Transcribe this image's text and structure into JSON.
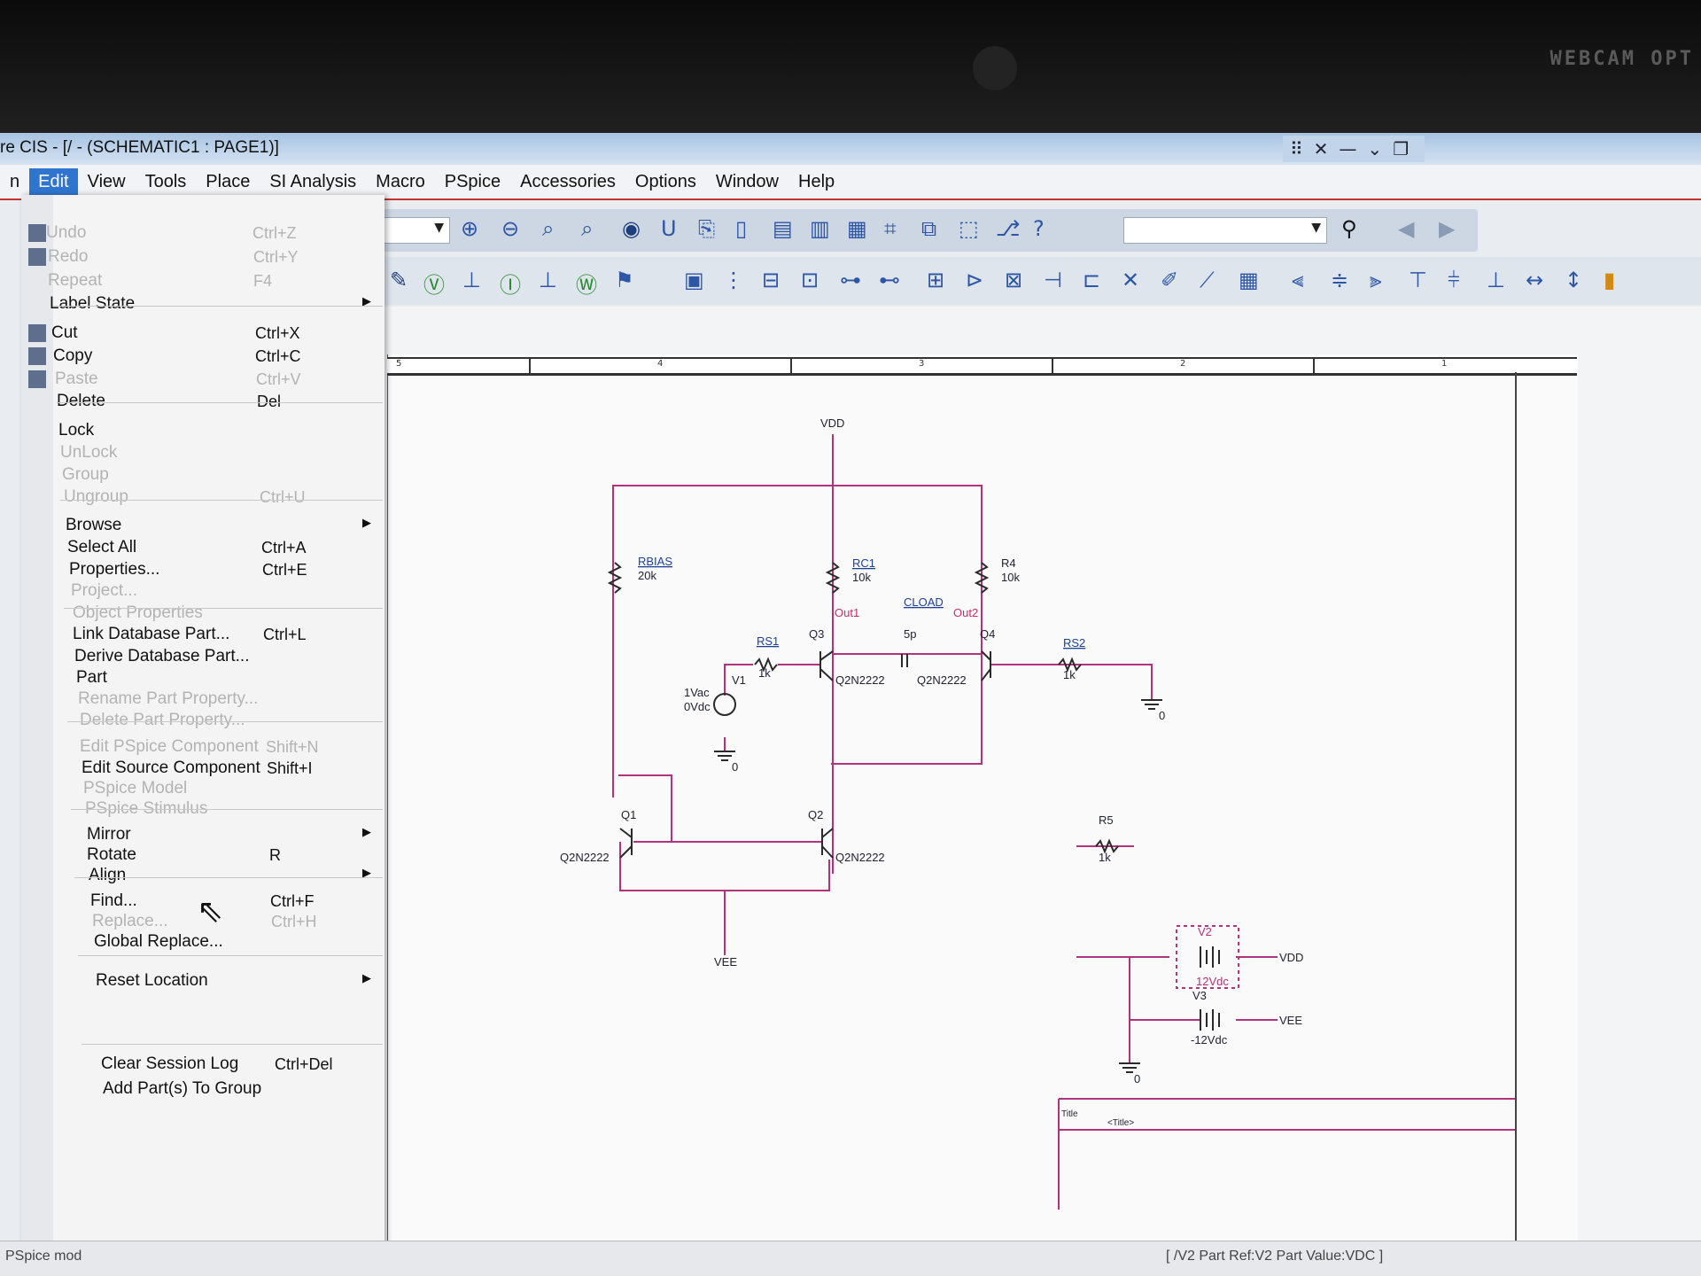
{
  "webcam_text": "WEBCAM OPT",
  "window": {
    "title": "re CIS - [/ - (SCHEMATIC1 : PAGE1)]"
  },
  "menubar": [
    "Edit",
    "View",
    "Tools",
    "Place",
    "SI Analysis",
    "Macro",
    "PSpice",
    "Accessories",
    "Options",
    "Window",
    "Help"
  ],
  "edit_menu": [
    {
      "label": "Undo",
      "shortcut": "Ctrl+Z",
      "enabled": false
    },
    {
      "label": "Redo",
      "shortcut": "Ctrl+Y",
      "enabled": false
    },
    {
      "label": "Repeat",
      "shortcut": "F4",
      "enabled": false
    },
    {
      "label": "Label State",
      "shortcut": "",
      "enabled": true,
      "submenu": true
    },
    {
      "label": "Cut",
      "shortcut": "Ctrl+X",
      "enabled": true
    },
    {
      "label": "Copy",
      "shortcut": "Ctrl+C",
      "enabled": true
    },
    {
      "label": "Paste",
      "shortcut": "Ctrl+V",
      "enabled": false
    },
    {
      "label": "Delete",
      "shortcut": "Del",
      "enabled": true
    },
    {
      "label": "Lock",
      "shortcut": "",
      "enabled": true
    },
    {
      "label": "UnLock",
      "shortcut": "",
      "enabled": false
    },
    {
      "label": "Group",
      "shortcut": "",
      "enabled": false
    },
    {
      "label": "Ungroup",
      "shortcut": "Ctrl+U",
      "enabled": false
    },
    {
      "label": "Browse",
      "shortcut": "",
      "enabled": true,
      "submenu": true
    },
    {
      "label": "Select All",
      "shortcut": "Ctrl+A",
      "enabled": true
    },
    {
      "label": "Properties...",
      "shortcut": "Ctrl+E",
      "enabled": true
    },
    {
      "label": "Project...",
      "shortcut": "",
      "enabled": false
    },
    {
      "label": "Object Properties",
      "shortcut": "",
      "enabled": false
    },
    {
      "label": "Link Database Part...",
      "shortcut": "Ctrl+L",
      "enabled": true
    },
    {
      "label": "Derive Database Part...",
      "shortcut": "",
      "enabled": true
    },
    {
      "label": "Part",
      "shortcut": "",
      "enabled": true
    },
    {
      "label": "Rename Part Property...",
      "shortcut": "",
      "enabled": false
    },
    {
      "label": "Delete Part Property...",
      "shortcut": "",
      "enabled": false
    },
    {
      "label": "Edit PSpice Component",
      "shortcut": "Shift+N",
      "enabled": false
    },
    {
      "label": "Edit Source Component",
      "shortcut": "Shift+I",
      "enabled": true
    },
    {
      "label": "PSpice Model",
      "shortcut": "",
      "enabled": false
    },
    {
      "label": "PSpice Stimulus",
      "shortcut": "",
      "enabled": false
    },
    {
      "label": "Mirror",
      "shortcut": "",
      "enabled": true,
      "submenu": true
    },
    {
      "label": "Rotate",
      "shortcut": "R",
      "enabled": true
    },
    {
      "label": "Align",
      "shortcut": "",
      "enabled": true,
      "submenu": true
    },
    {
      "label": "Find...",
      "shortcut": "Ctrl+F",
      "enabled": true
    },
    {
      "label": "Replace...",
      "shortcut": "Ctrl+H",
      "enabled": false
    },
    {
      "label": "Global Replace...",
      "shortcut": "",
      "enabled": true
    },
    {
      "label": "Reset Location",
      "shortcut": "",
      "enabled": true,
      "submenu": true
    },
    {
      "label": "Clear Session Log",
      "shortcut": "Ctrl+Del",
      "enabled": true
    },
    {
      "label": "Add Part(s) To Group",
      "shortcut": "",
      "enabled": true
    }
  ],
  "ruler_numbers": [
    "5",
    "4",
    "3",
    "2",
    "1"
  ],
  "schematic": {
    "VDD": "VDD",
    "VEE": "VEE",
    "RBIAS": "RBIAS",
    "RBIAS_val": "20k",
    "RC1": "RC1",
    "RC1_val": "10k",
    "R4": "R4",
    "R4_val": "10k",
    "CLOAD": "CLOAD",
    "CLOAD_val": "5p",
    "RS1": "RS1",
    "RS1_val": "1k",
    "RS2": "RS2",
    "RS2_val": "1k",
    "R5": "R5",
    "R5_val": "1k",
    "Q1": "Q1",
    "Q2": "Q2",
    "Q3": "Q3",
    "Q4": "Q4",
    "qpart": "Q2N2222",
    "V1": "V1",
    "V1_ac": "1Vac",
    "V1_dc": "0Vdc",
    "out1": "Out1",
    "out2": "Out2",
    "gnd": "0",
    "V2": "V2",
    "V2_val": "12Vdc",
    "V3": "V3",
    "V3_val": "-12Vdc",
    "title_label": "Title",
    "title_value": "<Title>"
  },
  "status": {
    "left": "PSpice mod",
    "right": "[ /V2 Part Ref:V2 Part Value:VDC ]"
  }
}
